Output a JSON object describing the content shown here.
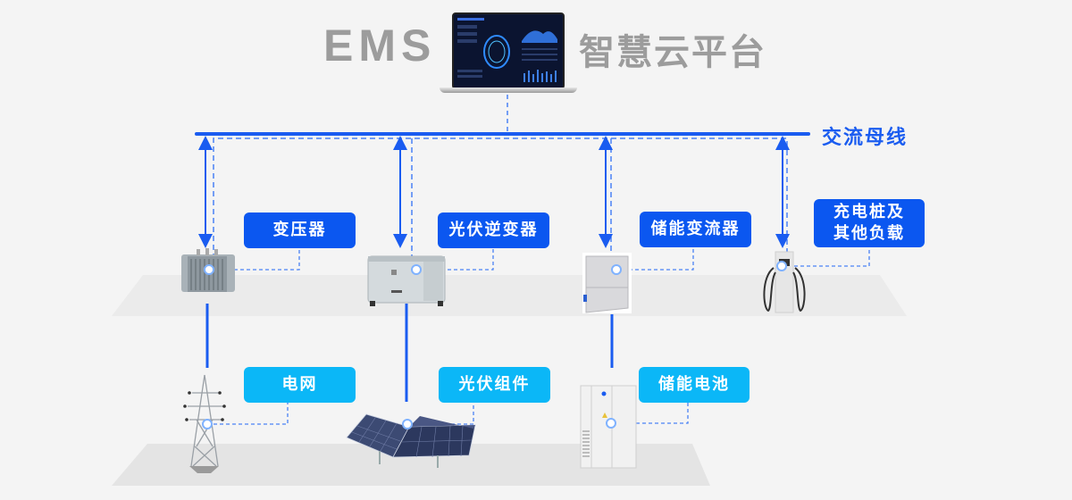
{
  "header": {
    "brand": "EMS",
    "platform_title": "智慧云平台"
  },
  "bus": {
    "label": "交流母线",
    "color": "#1a5cf0"
  },
  "devices_upper": [
    {
      "id": "transformer",
      "label": "变压器"
    },
    {
      "id": "pv-inverter",
      "label": "光伏逆变器"
    },
    {
      "id": "pcs",
      "label": "储能变流器"
    },
    {
      "id": "charger",
      "label_line1": "充电桩及",
      "label_line2": "其他负载"
    }
  ],
  "devices_lower": [
    {
      "id": "grid",
      "label": "电网"
    },
    {
      "id": "pv-modules",
      "label": "光伏组件"
    },
    {
      "id": "battery",
      "label": "储能电池"
    }
  ],
  "colors": {
    "upper_label_bg": "#0b57f0",
    "lower_label_bg": "#0bb7f7",
    "title_gray": "#9c9c9c",
    "background": "#f4f4f4"
  }
}
